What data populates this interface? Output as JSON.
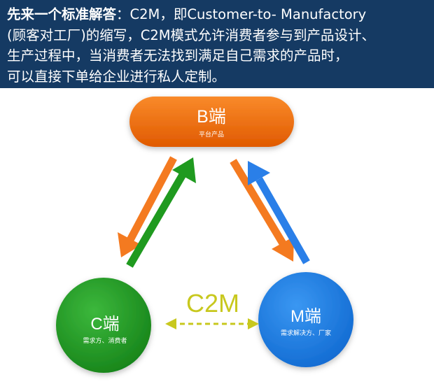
{
  "header": {
    "lead_bold": "先来一个标准解答",
    "line1_rest": "：C2M，即Customer-to- Manufactory",
    "line2": "(顾客对工厂)的缩写，C2M模式允许消费者参与到产品设计、",
    "line3": "生产过程中，当消费者无法找到满足自己需求的产品时，",
    "line4": "可以直接下单给企业进行私人定制。"
  },
  "diagram": {
    "b_node": {
      "title": "B端",
      "subtitle": "平台产品",
      "color": "#f26a0f"
    },
    "c_node": {
      "title": "C端",
      "subtitle": "需求方、消费者",
      "color": "#1e9a1e"
    },
    "m_node": {
      "title": "M端",
      "subtitle": "需求解决方、厂家",
      "color": "#1e7fe6"
    },
    "c2m_label": "C2M",
    "colors": {
      "orange_arrow": "#f47a20",
      "green_arrow": "#1f9a1f",
      "blue_arrow": "#2a7fe8",
      "c2m": "#c8c81e",
      "header_bg": "#153a63"
    }
  }
}
